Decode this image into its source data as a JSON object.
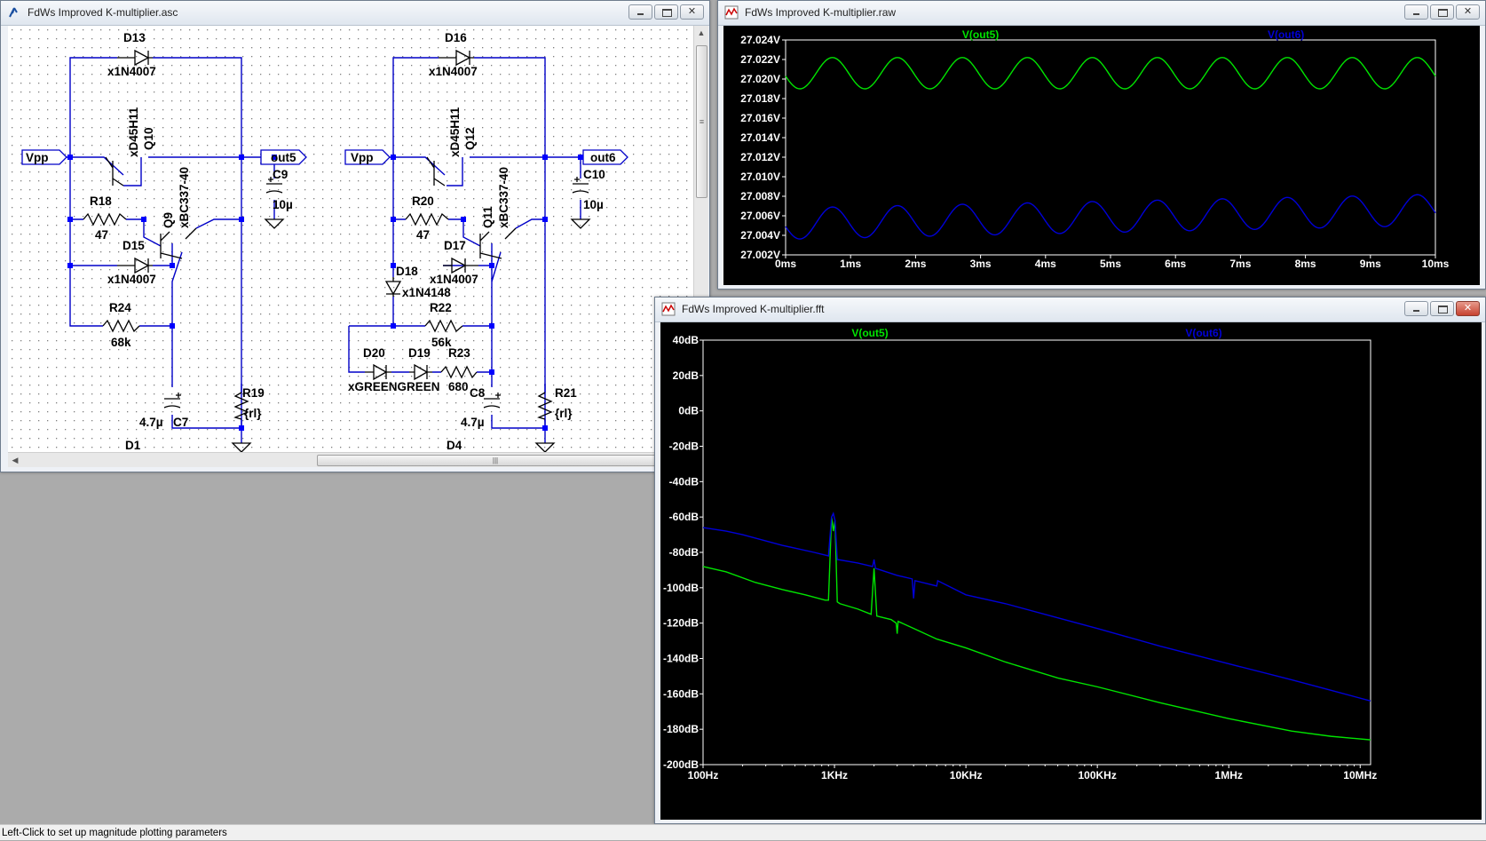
{
  "schematic": {
    "title": "FdWs Improved K-multiplier.asc",
    "hscroll_grip": "|||",
    "vscroll_grip": "≡",
    "components": {
      "d13_name": "D13",
      "d13_model": "x1N4007",
      "q10_name": "Q10",
      "q10_model": "xD45H11",
      "q9_name": "Q9",
      "q9_model": "xBC337-40",
      "r18_name": "R18",
      "r18_value": "47",
      "d15_name": "D15",
      "d15_model": "x1N4007",
      "r24_name": "R24",
      "r24_value": "68k",
      "c9_name": "C9",
      "c9_value": "10µ",
      "c7_name": "C7",
      "c7_value": "4.7µ",
      "r19_name": "R19",
      "r19_value": "{rl}",
      "d1_name": "D1",
      "vpp_left": "Vpp",
      "out5": "out5",
      "d16_name": "D16",
      "d16_model": "x1N4007",
      "q12_name": "Q12",
      "q12_model": "xD45H11",
      "q11_name": "Q11",
      "q11_model": "xBC337-40",
      "r20_name": "R20",
      "r20_value": "47",
      "d17_name": "D17",
      "d17_model": "x1N4007",
      "d18_name": "D18",
      "d18_model": "x1N4148",
      "r22_name": "R22",
      "r22_value": "56k",
      "d20_name": "D20",
      "d19_name": "D19",
      "r23_name": "R23",
      "green_models": "xGREENGREEN",
      "r23_value": "680",
      "c8_name": "C8",
      "c8_value": "4.7µ",
      "c10_name": "C10",
      "c10_value": "10µ",
      "r21_name": "R21",
      "r21_value": "{rl}",
      "d4_name": "D4",
      "vpp_right": "Vpp",
      "out6": "out6"
    }
  },
  "raw_plot": {
    "title": "FdWs Improved K-multiplier.raw"
  },
  "fft_plot": {
    "title": "FdWs Improved K-multiplier.fft"
  },
  "status_bar": {
    "text": "Left-Click to set up magnitude plotting parameters"
  },
  "colors": {
    "trace_out5": "#00e400",
    "trace_out6": "#0000d8",
    "plot_bg": "#000000",
    "wire": "#0000c8",
    "junction": "#0000ff"
  },
  "chart_data": [
    {
      "type": "line",
      "x_unit": "ms",
      "xlim": [
        0,
        10
      ],
      "ylim": [
        27.002,
        27.024
      ],
      "x_ticks": [
        "0ms",
        "1ms",
        "2ms",
        "3ms",
        "4ms",
        "5ms",
        "6ms",
        "7ms",
        "8ms",
        "9ms",
        "10ms"
      ],
      "y_ticks": [
        "27.024V",
        "27.022V",
        "27.020V",
        "27.018V",
        "27.016V",
        "27.014V",
        "27.012V",
        "27.010V",
        "27.008V",
        "27.006V",
        "27.004V",
        "27.002V"
      ],
      "series": [
        {
          "name": "V(out5)",
          "color": "#00e400",
          "kind": "sine",
          "offset": 27.0206,
          "amplitude": 0.0016,
          "period_ms": 1.0,
          "phase_ms": 0.72,
          "drift_per_ms": 0.0
        },
        {
          "name": "V(out6)",
          "color": "#0000d8",
          "kind": "sine",
          "offset": 27.0052,
          "amplitude": 0.0016,
          "period_ms": 1.0,
          "phase_ms": 0.72,
          "drift_per_ms": 0.00014
        }
      ]
    },
    {
      "type": "line",
      "x_scale": "log",
      "xlim": [
        100,
        12000000
      ],
      "ylim": [
        -200,
        40
      ],
      "x_ticks": [
        "100Hz",
        "1KHz",
        "10KHz",
        "100KHz",
        "1MHz",
        "10MHz"
      ],
      "y_ticks": [
        "40dB",
        "20dB",
        "0dB",
        "-20dB",
        "-40dB",
        "-60dB",
        "-80dB",
        "-100dB",
        "-120dB",
        "-140dB",
        "-160dB",
        "-180dB",
        "-200dB"
      ],
      "series": [
        {
          "name": "V(out5)",
          "color": "#00e400",
          "points": [
            [
              100,
              -88
            ],
            [
              150,
              -91
            ],
            [
              250,
              -97
            ],
            [
              400,
              -101
            ],
            [
              600,
              -104
            ],
            [
              850,
              -107
            ],
            [
              900,
              -107
            ],
            [
              950,
              -60
            ],
            [
              980,
              -68
            ],
            [
              1010,
              -62
            ],
            [
              1050,
              -108
            ],
            [
              1100,
              -109
            ],
            [
              1500,
              -112
            ],
            [
              1900,
              -115
            ],
            [
              2000,
              -89
            ],
            [
              2100,
              -116
            ],
            [
              2700,
              -118
            ],
            [
              2950,
              -120
            ],
            [
              3000,
              -126
            ],
            [
              3050,
              -119
            ],
            [
              4000,
              -123
            ],
            [
              6000,
              -129
            ],
            [
              10000,
              -134
            ],
            [
              20000,
              -142
            ],
            [
              50000,
              -151
            ],
            [
              100000,
              -156
            ],
            [
              300000,
              -165
            ],
            [
              1000000,
              -174
            ],
            [
              3000000,
              -181
            ],
            [
              6000000,
              -184
            ],
            [
              12000000,
              -186
            ]
          ]
        },
        {
          "name": "V(out6)",
          "color": "#0000d8",
          "points": [
            [
              100,
              -66
            ],
            [
              150,
              -68
            ],
            [
              200,
              -70
            ],
            [
              400,
              -76
            ],
            [
              700,
              -80
            ],
            [
              900,
              -82
            ],
            [
              950,
              -60
            ],
            [
              980,
              -58
            ],
            [
              1010,
              -62
            ],
            [
              1050,
              -84
            ],
            [
              1500,
              -86
            ],
            [
              1950,
              -88
            ],
            [
              2000,
              -84
            ],
            [
              2050,
              -89
            ],
            [
              3000,
              -93
            ],
            [
              3900,
              -95
            ],
            [
              4000,
              -106
            ],
            [
              4100,
              -96
            ],
            [
              6000,
              -99
            ],
            [
              6100,
              -96
            ],
            [
              10000,
              -104
            ],
            [
              20000,
              -109
            ],
            [
              50000,
              -117
            ],
            [
              100000,
              -123
            ],
            [
              300000,
              -133
            ],
            [
              1000000,
              -143
            ],
            [
              3000000,
              -152
            ],
            [
              6000000,
              -158
            ],
            [
              12000000,
              -164
            ]
          ]
        }
      ]
    }
  ]
}
